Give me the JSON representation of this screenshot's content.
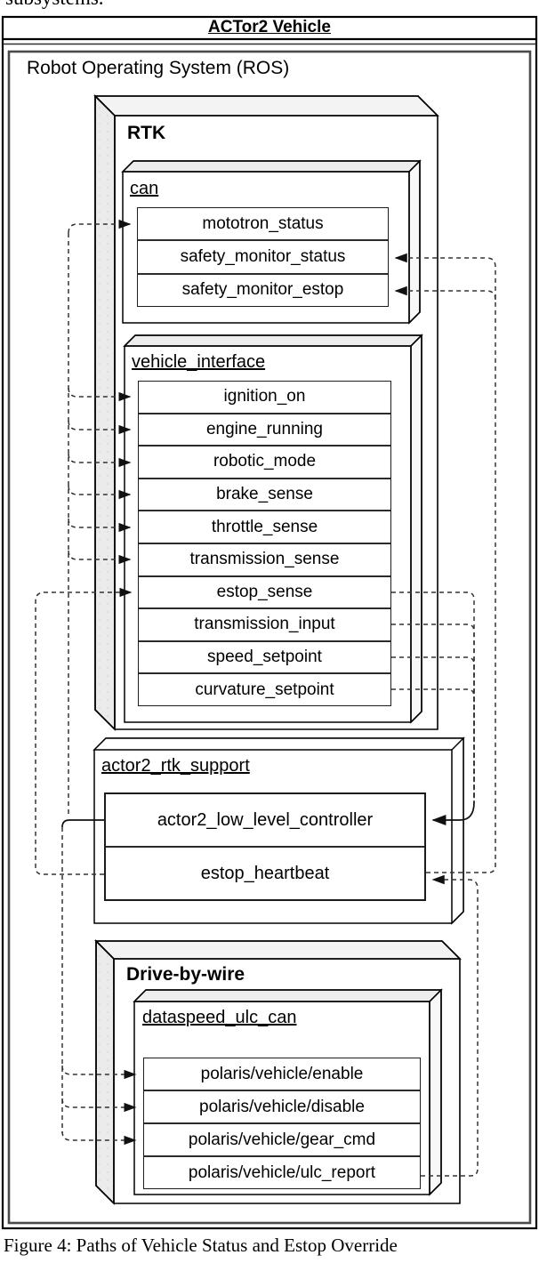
{
  "page": {
    "top_partial_text": "subsystems.",
    "caption": "Figure 4: Paths of Vehicle Status and Estop Override"
  },
  "diagram": {
    "title": "ACTor2 Vehicle",
    "ros_label": "Robot Operating System (ROS)",
    "rtk": {
      "label": "RTK"
    },
    "can": {
      "label": "can",
      "rows": [
        "mototron_status",
        "safety_monitor_status",
        "safety_monitor_estop"
      ]
    },
    "vehicle_interface": {
      "label": "vehicle_interface",
      "rows": [
        "ignition_on",
        "engine_running",
        "robotic_mode",
        "brake_sense",
        "throttle_sense",
        "transmission_sense",
        "estop_sense",
        "transmission_input",
        "speed_setpoint",
        "curvature_setpoint"
      ]
    },
    "actor2_rtk_support": {
      "label": "actor2_rtk_support",
      "rows": [
        "actor2_low_level_controller",
        "estop_heartbeat"
      ]
    },
    "drive_by_wire": {
      "label": "Drive-by-wire"
    },
    "dataspeed_ulc_can": {
      "label": "dataspeed_ulc_can",
      "rows": [
        "polaris/vehicle/enable",
        "polaris/vehicle/disable",
        "polaris/vehicle/gear_cmd",
        "polaris/vehicle/ulc_report"
      ]
    },
    "colors": {
      "stroke": "#000000",
      "connector": "#333333",
      "ros_border": "#4b4b4b",
      "cube_top": "#ededed",
      "cube_side": "#f7f7f7",
      "row_divider": "#2b2b2b"
    }
  }
}
